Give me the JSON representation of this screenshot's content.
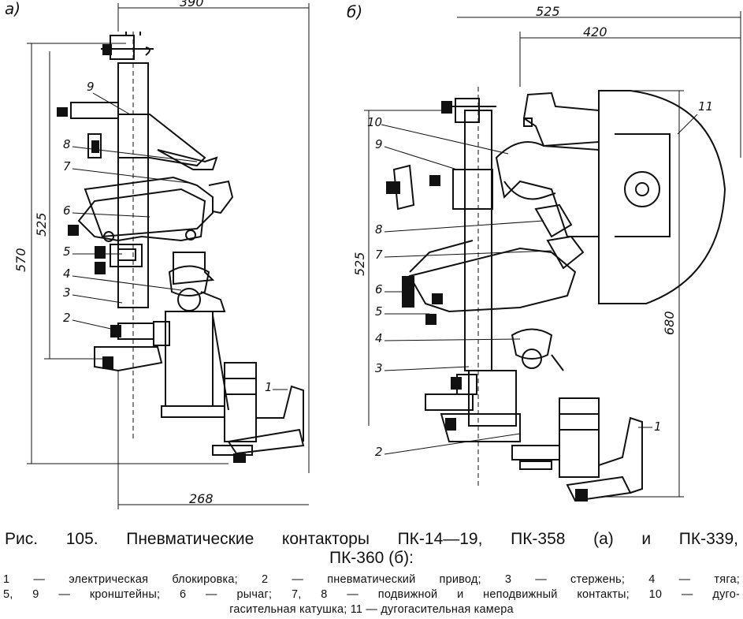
{
  "figure": {
    "panel_a": {
      "label": "а)",
      "dim_top": "390",
      "dim_height_outer": "570",
      "dim_height_inner": "525",
      "dim_bottom": "268",
      "callouts": [
        "9",
        "8",
        "7",
        "6",
        "5",
        "4",
        "3",
        "2",
        "1"
      ]
    },
    "panel_b": {
      "label": "б)",
      "dim_top_outer": "525",
      "dim_top_inner": "420",
      "dim_left": "525",
      "dim_right": "680",
      "callouts": [
        "10",
        "9",
        "8",
        "7",
        "6",
        "5",
        "4",
        "3",
        "2",
        "1",
        "11"
      ]
    }
  },
  "caption": {
    "title_line1": "Рис. 105. Пневматические контакторы ПК-14—19, ПК-358 (а) и ПК-339,",
    "title_line2": "ПК-360 (б):",
    "legend_line1": "1 — электрическая блокировка; 2 — пневматический привод; 3 — стержень; 4 — тяга;",
    "legend_line2": "5, 9 — кронштейны; 6 — рычаг; 7, 8 — подвижной и неподвижный контакты; 10 — дуго-",
    "legend_line3": "гасительная катушка; 11 — дугогасительная камера"
  }
}
